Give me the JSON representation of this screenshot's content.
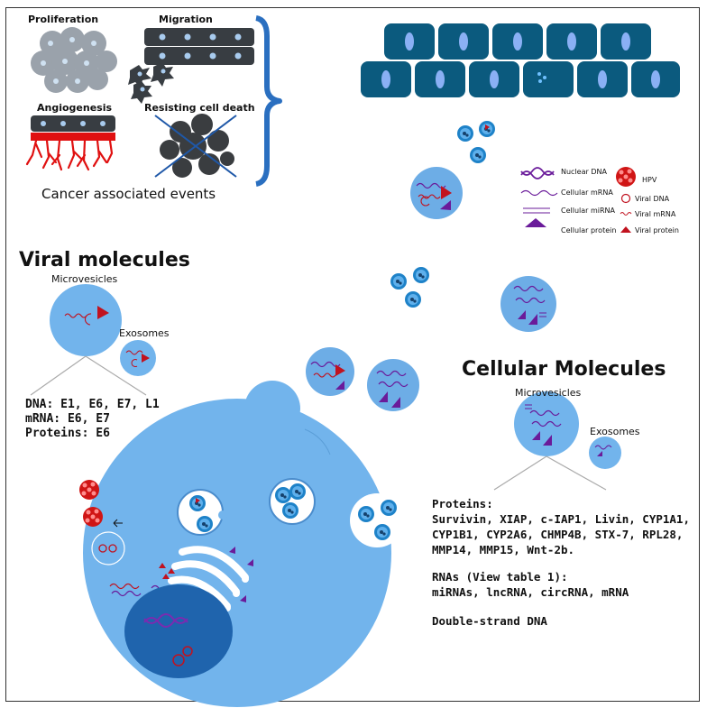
{
  "events": {
    "proliferation": "Proliferation",
    "migration": "Migration",
    "angiogenesis": "Angiogenesis",
    "resisting_cell_death": "Resisting cell death",
    "caption": "Cancer associated events"
  },
  "legend": {
    "nuclear_dna": "Nuclear DNA",
    "cellular_mrna": "Cellular mRNA",
    "cellular_mirna": "Cellular miRNA",
    "cellular_protein": "Cellular protein",
    "hpv": "HPV",
    "viral_dna": "Viral DNA",
    "viral_mrna": "Viral mRNA",
    "viral_protein": "Viral protein"
  },
  "viral": {
    "title": "Viral molecules",
    "microvesicles": "Microvesicles",
    "exosomes": "Exosomes",
    "lines": [
      "DNA: E1, E6, E7, L1",
      "mRNA: E6, E7",
      "Proteins: E6"
    ]
  },
  "cellular": {
    "title": "Cellular Molecules",
    "microvesicles": "Microvesicles",
    "exosomes": "Exosomes",
    "proteins_label": "Proteins:",
    "proteins_lines": [
      "Survivin, XIAP, c-IAP1, Livin, CYP1A1,",
      "CYP1B1, CYP2A6, CHMP4B, STX-7, RPL28,",
      "MMP14, MMP15, Wnt-2b."
    ],
    "rnas_label": "RNAs (View table 1):",
    "rnas_list": "miRNAs, lncRNA, circRNA, mRNA",
    "dna": "Double-strand DNA"
  },
  "colors": {
    "cell_blue": "#72b4ec",
    "nucleus_blue": "#1f64ad",
    "tissue_teal": "#0b5a7e",
    "viral_red": "#c1121f",
    "cellular_purple": "#6a1b9a",
    "bracket_blue": "#2a6fc0"
  }
}
